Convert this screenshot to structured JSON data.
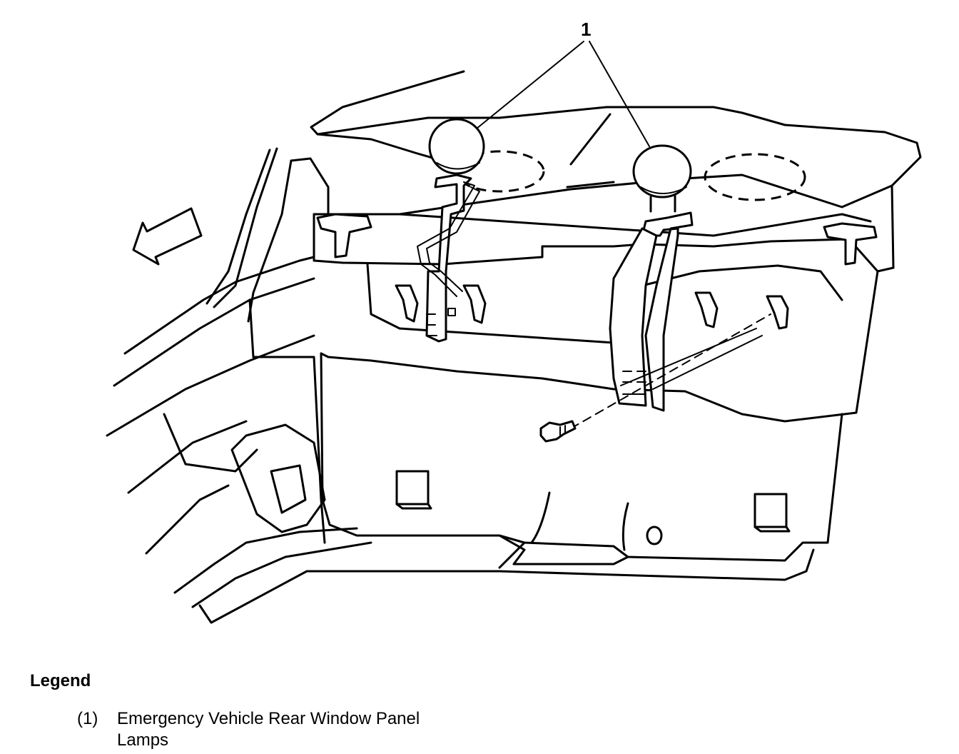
{
  "diagram": {
    "callout_number": "1"
  },
  "legend": {
    "title": "Legend",
    "items": [
      {
        "number": "(1)",
        "text": "Emergency Vehicle Rear Window Panel Lamps"
      }
    ]
  }
}
